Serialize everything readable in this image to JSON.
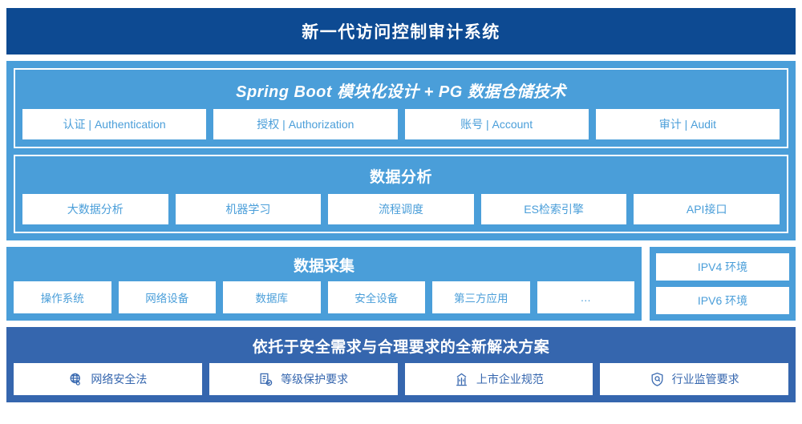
{
  "header": {
    "title": "新一代访问控制审计系统",
    "bg_color": "#0d4a92"
  },
  "colors": {
    "panel_blue": "#4a9ed9",
    "solution_blue": "#3566ae",
    "header_navy": "#0d4a92",
    "chip_text_blue": "#4a9ed9",
    "bottom_chip_text": "#3566ae"
  },
  "platform": {
    "title": "Spring Boot 模块化设计 + PG 数据仓储技术",
    "items": [
      {
        "label": "认证 | Authentication"
      },
      {
        "label": "授权 | Authorization"
      },
      {
        "label": "账号 | Account"
      },
      {
        "label": "审计 | Audit"
      }
    ]
  },
  "analysis": {
    "title": "数据分析",
    "items": [
      {
        "label": "大数据分析"
      },
      {
        "label": "机器学习"
      },
      {
        "label": "流程调度"
      },
      {
        "label": "ES检索引擎"
      },
      {
        "label": "API接口"
      }
    ]
  },
  "collection": {
    "title": "数据采集",
    "items": [
      {
        "label": "操作系统"
      },
      {
        "label": "网络设备"
      },
      {
        "label": "数据库"
      },
      {
        "label": "安全设备"
      },
      {
        "label": "第三方应用"
      },
      {
        "label": "…"
      }
    ]
  },
  "environments": {
    "items": [
      {
        "label": "IPV4 环境"
      },
      {
        "label": "IPV6 环境"
      }
    ]
  },
  "solution": {
    "title": "依托于安全需求与合理要求的全新解决方案",
    "items": [
      {
        "label": "网络安全法",
        "icon": "globe-icon"
      },
      {
        "label": "等级保护要求",
        "icon": "document-check-icon"
      },
      {
        "label": "上市企业规范",
        "icon": "bank-building-icon"
      },
      {
        "label": "行业监管要求",
        "icon": "shield-search-icon"
      }
    ]
  }
}
